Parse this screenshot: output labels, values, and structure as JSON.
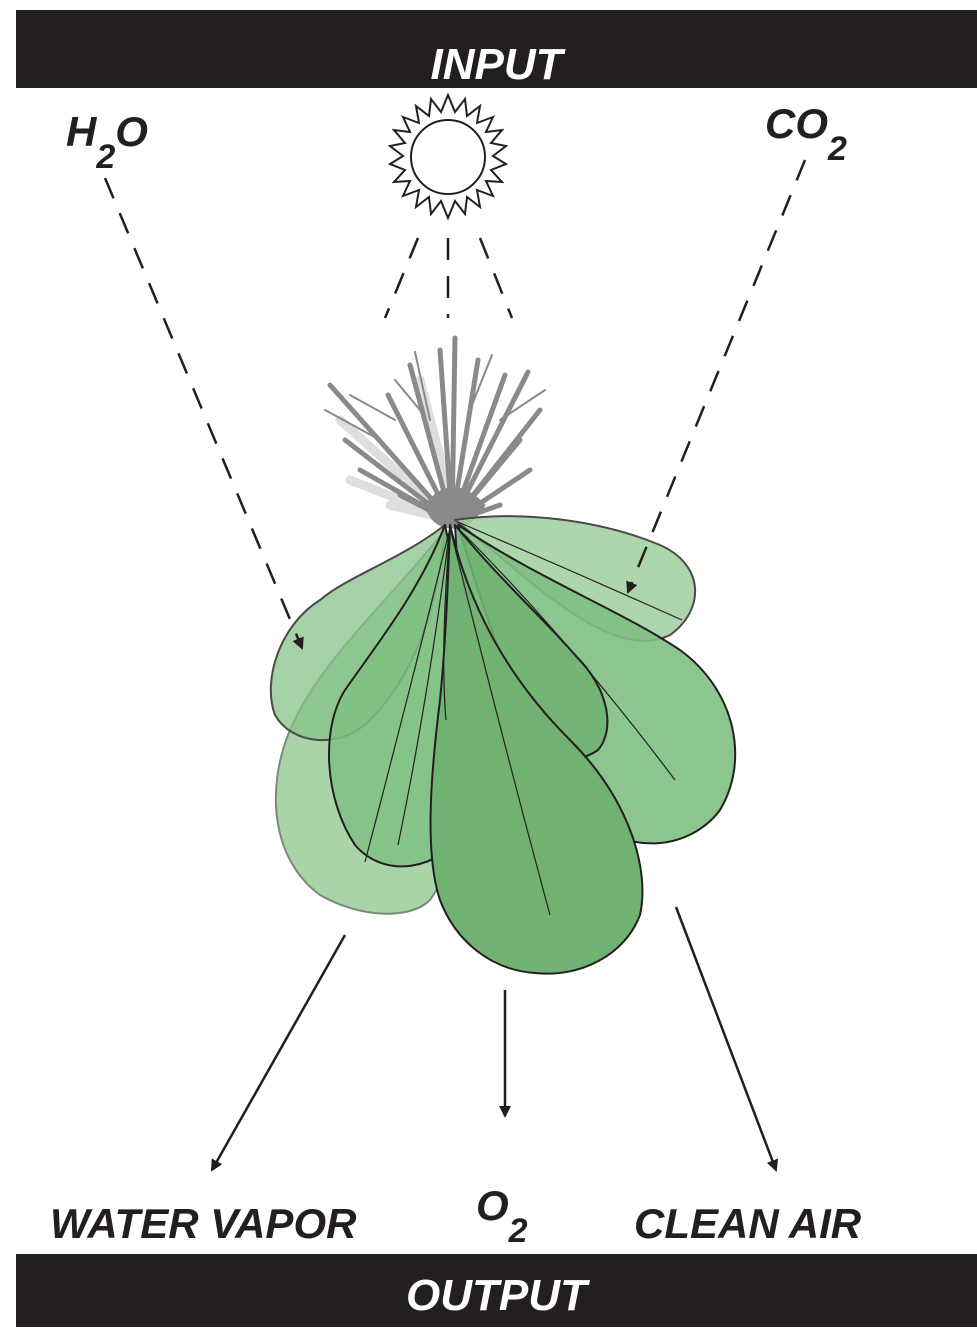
{
  "header": {
    "title": "INPUT"
  },
  "footer": {
    "title": "OUTPUT"
  },
  "inputs": {
    "water": {
      "base": "H",
      "sub": "2",
      "tail": "O"
    },
    "carbon_dioxide": {
      "base": "CO",
      "sub": "2"
    },
    "sunlight_icon": "sun-icon"
  },
  "outputs": {
    "water_vapor": "WATER VAPOR",
    "oxygen": {
      "base": "O",
      "sub": "2"
    },
    "clean_air": "CLEAN AIR"
  },
  "colors": {
    "bar": "#231f20",
    "text": "#231f20",
    "leaf_light": "#9fcf9f",
    "leaf_mid": "#85c288",
    "leaf_dark": "#6fb272",
    "roots": "#8a8a8d"
  }
}
